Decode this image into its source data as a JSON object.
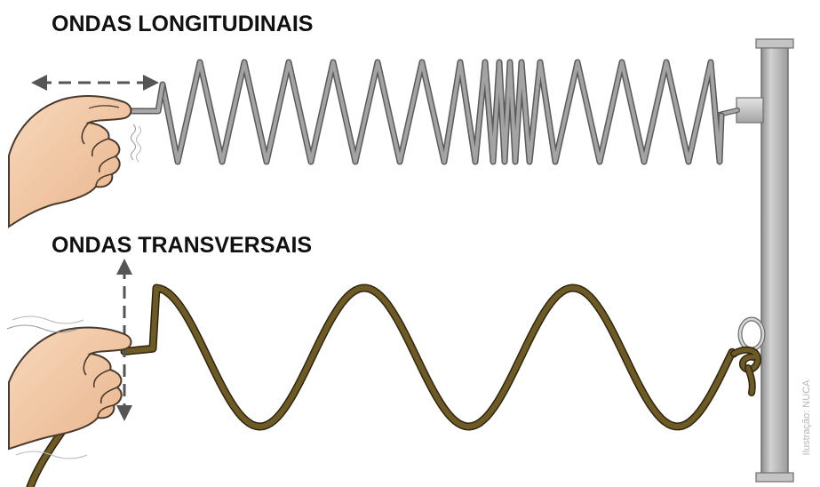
{
  "headings": {
    "longitudinal": "ONDAS LONGITUDINAIS",
    "transverse": "ONDAS TRANSVERSAIS"
  },
  "credit": "Ilustração: NUCA",
  "colors": {
    "spring": "#9a9a9a",
    "spring_outline": "#5a5a5a",
    "rope": "#6e5a24",
    "rope_outline": "#2e2510",
    "wall": "#a9a9a9",
    "skin": "#f2c9a6",
    "arrow": "#555555"
  },
  "icons": {
    "hand_spring": "hand-pushing-spring-icon",
    "hand_rope": "hand-shaking-rope-icon",
    "arrow_horizontal": "double-arrow-horizontal-icon",
    "arrow_vertical": "double-arrow-vertical-icon"
  }
}
